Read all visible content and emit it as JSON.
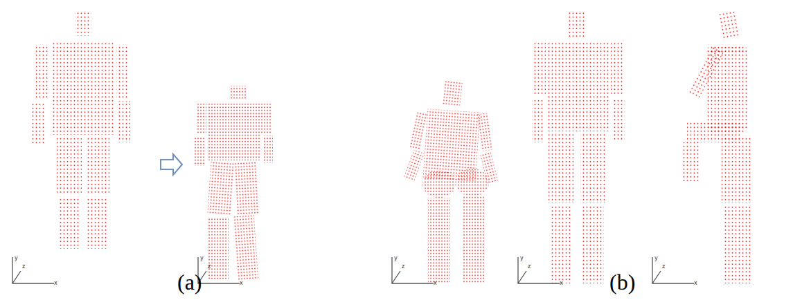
{
  "diagram": {
    "labels": [
      "y",
      "z",
      "x",
      "y",
      "z",
      "x",
      "y",
      "z",
      "x",
      "y",
      "z",
      "x",
      "y",
      "z",
      "x",
      "(a)",
      "(b)"
    ]
  }
}
